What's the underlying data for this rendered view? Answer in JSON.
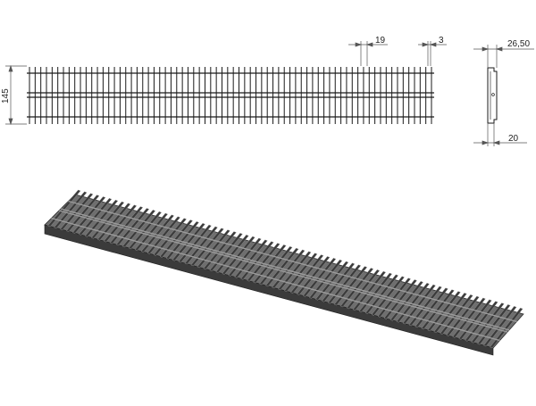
{
  "drawing": {
    "colors": {
      "line": "#1a1a1a",
      "dimension": "#555555",
      "grate_dark": "#3b3b3b",
      "grate_mid": "#6e6e6e",
      "grate_light": "#9a9a9a"
    },
    "top_view": {
      "dimensions": {
        "height_label": "145",
        "bar_pitch_label": "19",
        "bar_thickness_label": "3"
      },
      "bar_count": 72
    },
    "side_view": {
      "dimensions": {
        "top_label": "26,50",
        "bottom_label": "20"
      }
    },
    "iso_view": {
      "bar_count": 72
    }
  }
}
